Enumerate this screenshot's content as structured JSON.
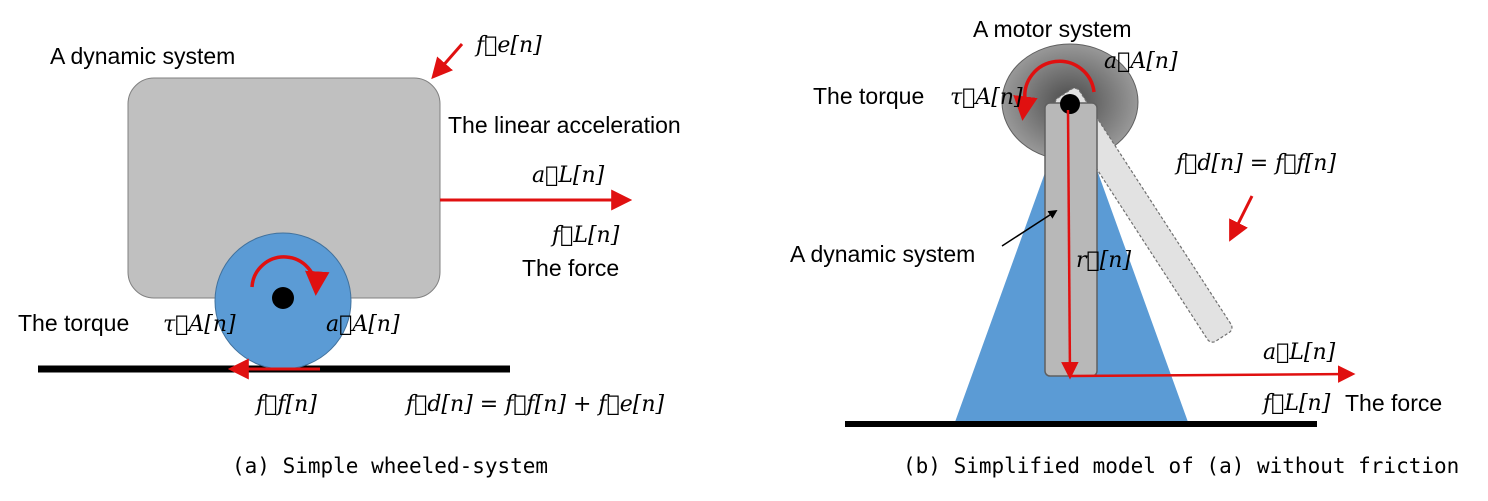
{
  "left_panel": {
    "title": "A dynamic system",
    "external_force": "f⃗e[n]",
    "linear_acceleration_label": "The linear acceleration",
    "acceleration_symbol": "a⃗L[n]",
    "force_symbol": "f⃗L[n]",
    "force_label": "The force",
    "torque_label": "The torque",
    "torque_symbol": "τ⃗A[n]",
    "angular_acceleration_symbol": "a⃗A[n]",
    "friction_symbol": "f⃗f[n]",
    "equation": "f⃗d[n] = f⃗f[n] + f⃗e[n]",
    "caption": "(a) Simple wheeled-system"
  },
  "right_panel": {
    "motor_label": "A motor system",
    "angular_acceleration_symbol": "a⃗A[n]",
    "torque_label": "The torque",
    "torque_symbol": "τ⃗A[n]",
    "equation": "f⃗d[n] = f⃗f[n]",
    "dynamic_system_label": "A dynamic system",
    "radius_symbol": "r⃗[n]",
    "acceleration_symbol": "a⃗L[n]",
    "force_symbol": "f⃗L[n]",
    "force_label": "The force",
    "caption": "(b) Simplified model of (a) without friction"
  },
  "colors": {
    "body_gray": "#c0c0c0",
    "wheel_blue": "#5b9bd5",
    "arrow_red": "#e01010",
    "ground": "#000000"
  }
}
